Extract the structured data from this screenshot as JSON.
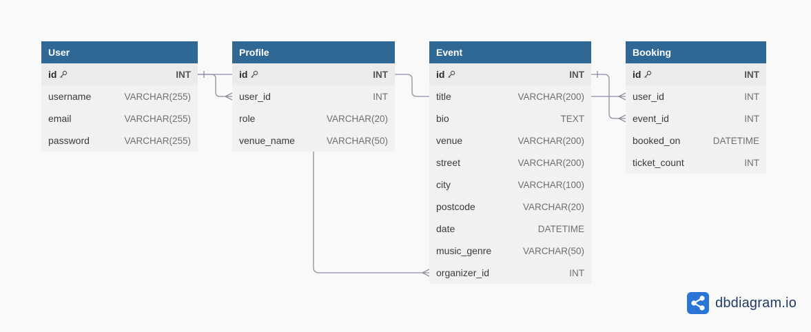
{
  "tables": [
    {
      "name": "User",
      "fields": [
        {
          "name": "id",
          "type": "INT",
          "pk": true
        },
        {
          "name": "username",
          "type": "VARCHAR(255)",
          "pk": false
        },
        {
          "name": "email",
          "type": "VARCHAR(255)",
          "pk": false
        },
        {
          "name": "password",
          "type": "VARCHAR(255)",
          "pk": false
        }
      ]
    },
    {
      "name": "Profile",
      "fields": [
        {
          "name": "id",
          "type": "INT",
          "pk": true
        },
        {
          "name": "user_id",
          "type": "INT",
          "pk": false
        },
        {
          "name": "role",
          "type": "VARCHAR(20)",
          "pk": false
        },
        {
          "name": "venue_name",
          "type": "VARCHAR(50)",
          "pk": false
        }
      ]
    },
    {
      "name": "Event",
      "fields": [
        {
          "name": "id",
          "type": "INT",
          "pk": true
        },
        {
          "name": "title",
          "type": "VARCHAR(200)",
          "pk": false
        },
        {
          "name": "bio",
          "type": "TEXT",
          "pk": false
        },
        {
          "name": "venue",
          "type": "VARCHAR(200)",
          "pk": false
        },
        {
          "name": "street",
          "type": "VARCHAR(200)",
          "pk": false
        },
        {
          "name": "city",
          "type": "VARCHAR(100)",
          "pk": false
        },
        {
          "name": "postcode",
          "type": "VARCHAR(20)",
          "pk": false
        },
        {
          "name": "date",
          "type": "DATETIME",
          "pk": false
        },
        {
          "name": "music_genre",
          "type": "VARCHAR(50)",
          "pk": false
        },
        {
          "name": "organizer_id",
          "type": "INT",
          "pk": false
        }
      ]
    },
    {
      "name": "Booking",
      "fields": [
        {
          "name": "id",
          "type": "INT",
          "pk": true
        },
        {
          "name": "user_id",
          "type": "INT",
          "pk": false
        },
        {
          "name": "event_id",
          "type": "INT",
          "pk": false
        },
        {
          "name": "booked_on",
          "type": "DATETIME",
          "pk": false
        },
        {
          "name": "ticket_count",
          "type": "INT",
          "pk": false
        }
      ]
    }
  ],
  "relationships": [
    {
      "from": "Profile.user_id",
      "to": "User.id",
      "kind": "many-to-one"
    },
    {
      "from": "Event.organizer_id",
      "to": "Profile.id",
      "kind": "many-to-one"
    },
    {
      "from": "Booking.user_id",
      "to": "Profile.id",
      "kind": "many-to-one"
    },
    {
      "from": "Booking.event_id",
      "to": "Event.id",
      "kind": "many-to-one"
    }
  ],
  "colors": {
    "header": "#2f6894",
    "connector": "#8a8fa0",
    "background": "#f9f9f9"
  },
  "icons": {
    "primary_key": "key-icon",
    "logo": "share-icon"
  },
  "brand": {
    "name": "dbdiagram.io"
  }
}
